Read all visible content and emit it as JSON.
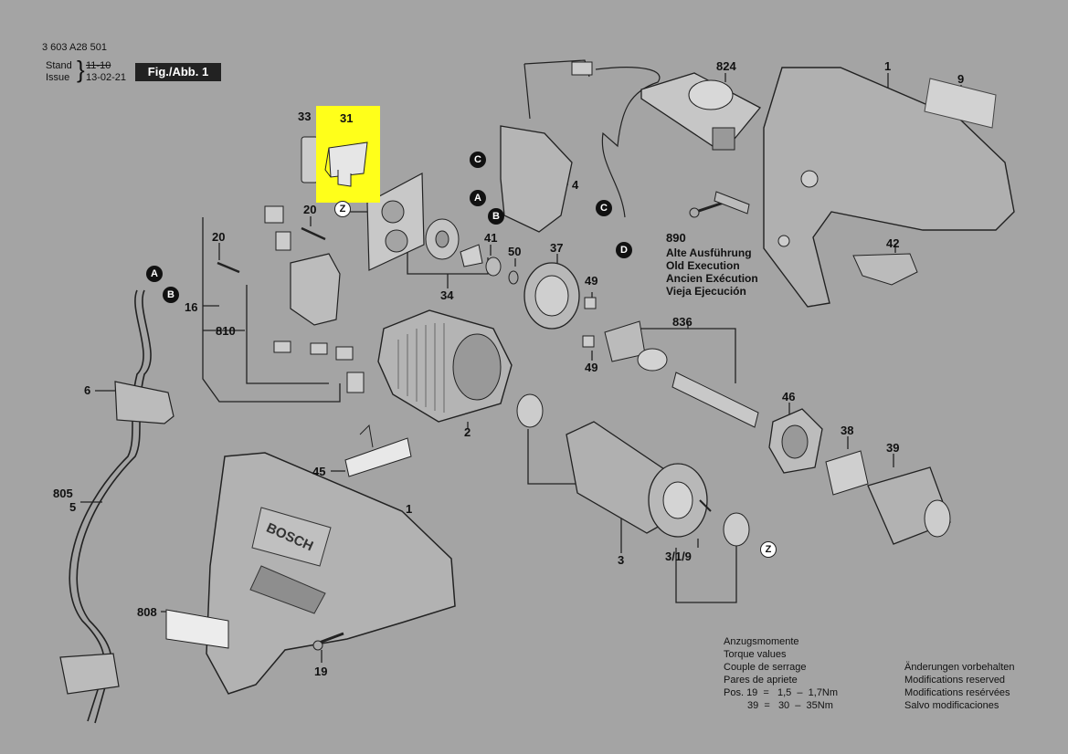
{
  "header": {
    "doc_number": "3 603 A28 501",
    "stand_label": "Stand",
    "issue_label": "Issue",
    "stand_value": "11-10",
    "issue_value": "13-02-21",
    "fig_label": "Fig./Abb. 1"
  },
  "highlight_color": "#ffff1a",
  "part_labels": {
    "p1a": "1",
    "p1b": "1",
    "p2": "2",
    "p3": "3",
    "p3_1_9": "3/1/9",
    "p4": "4",
    "p5": "5",
    "p6": "6",
    "p9": "9",
    "p16": "16",
    "p19": "19",
    "p20a": "20",
    "p20b": "20",
    "p31": "31",
    "p33": "33",
    "p34": "34",
    "p37": "37",
    "p38": "38",
    "p39": "39",
    "p41": "41",
    "p42": "42",
    "p45": "45",
    "p46": "46",
    "p49a": "49",
    "p49b": "49",
    "p50": "50",
    "p805": "805",
    "p808": "808",
    "p810": "810",
    "p824": "824",
    "p836": "836",
    "p890": "890"
  },
  "callouts": {
    "A1": "A",
    "A2": "A",
    "B1": "B",
    "B2": "B",
    "C1": "C",
    "C2": "C",
    "D1": "D",
    "Z1": "Z",
    "Z2": "Z"
  },
  "old_execution": [
    "Alte Ausführung",
    "Old Execution",
    "Ancien Exécution",
    "Vieja Ejecución"
  ],
  "torque": {
    "lines": [
      "Anzugsmomente",
      "Torque values",
      "Couple de serrage",
      "Pares de apriete"
    ],
    "row1": "Pos. 19  =   1,5  –  1,7Nm",
    "row2": "39  =   30  –  35Nm"
  },
  "modifications": [
    "Änderungen vorbehalten",
    "Modifications reserved",
    "Modifications resérvées",
    "Salvo modificaciones"
  ],
  "brand_on_housing": "BOSCH"
}
